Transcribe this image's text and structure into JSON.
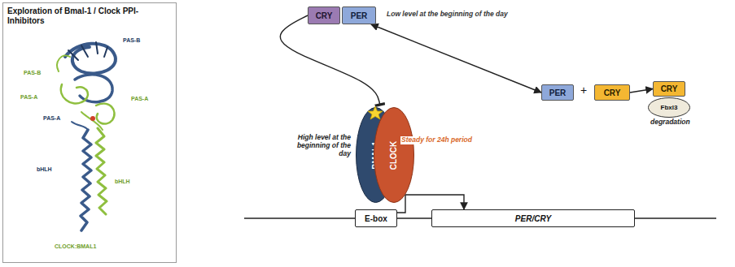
{
  "diagram": {
    "nodes": [
      {
        "text": [
          "Exploration of Bmal-1 / Clock PPI-Inhibitors"
        ]
      },
      {
        "text": [
          "CRY"
        ]
      },
      {
        "text": [
          "PER"
        ]
      },
      {
        "text": [
          "PER"
        ]
      },
      {
        "text": [
          "CRY"
        ]
      },
      {
        "text": [
          "CRY"
        ]
      },
      {
        "text": [
          "Fbxl3"
        ]
      },
      {
        "text": [
          "BMAL1"
        ]
      },
      {
        "text": [
          "CLOCK"
        ]
      },
      {
        "text": [
          "E-box"
        ]
      },
      {
        "text": [
          "PER/CRY"
        ]
      }
    ],
    "edges": [
      {
        "from": 1,
        "to": 7,
        "arrow": "to"
      },
      {
        "from": 2,
        "to": 3,
        "arrow": "both"
      },
      {
        "from": 4,
        "to": 5,
        "arrow": "to"
      },
      {
        "from": 9,
        "to": 10,
        "arrow": "to"
      }
    ],
    "labels": [
      "PAS-B",
      "PAS-B",
      "PAS-A",
      "PAS-A",
      "PAS-A",
      "bHLH",
      "bHLH",
      "CLOCK:BMAL1",
      "Low level at the beginning of the day",
      "+",
      "degradation",
      "High level at the beginning of the day",
      "Steady for 24h period"
    ]
  }
}
